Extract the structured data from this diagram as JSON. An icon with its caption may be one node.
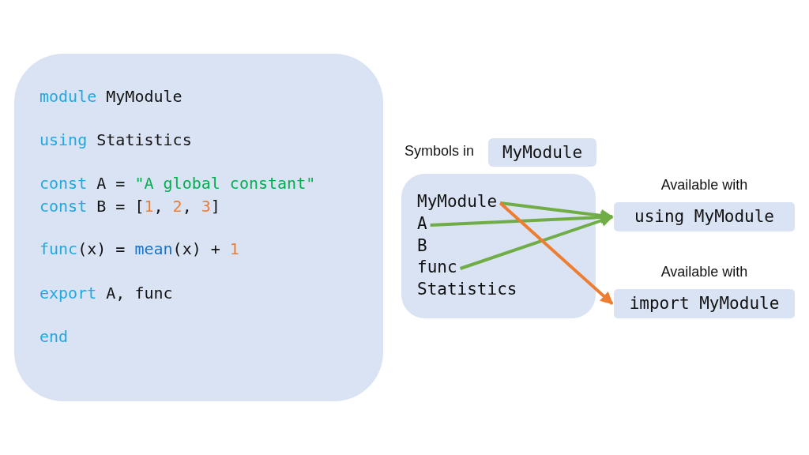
{
  "diagram": {
    "nodes": [
      {
        "text": [
          "module MyModule",
          "using Statistics",
          "const A = \"A global constant\"",
          "const B = [1, 2, 3]",
          "func(x) = mean(x) + 1",
          "export A, func",
          "end"
        ]
      },
      {
        "text": [
          "MyModule"
        ]
      },
      {
        "text": [],
        "shape": "box"
      },
      {
        "text": [
          "MyModule"
        ],
        "in": 2
      },
      {
        "text": [
          "A"
        ],
        "in": 2
      },
      {
        "text": [
          "B"
        ],
        "in": 2
      },
      {
        "text": [
          "func"
        ],
        "in": 2
      },
      {
        "text": [
          "Statistics"
        ],
        "in": 2
      },
      {
        "text": [
          "using MyModule"
        ],
        "beside": [
          "Available with"
        ]
      },
      {
        "text": [
          "import MyModule"
        ],
        "beside": [
          "Available with"
        ]
      }
    ],
    "edges": [
      {
        "from": 3,
        "to": 8,
        "arrow": "to",
        "color": "#70ad47"
      },
      {
        "from": 4,
        "to": 8,
        "arrow": "to",
        "color": "#70ad47"
      },
      {
        "from": 6,
        "to": 8,
        "arrow": "to",
        "color": "#70ad47"
      },
      {
        "from": 3,
        "to": 9,
        "arrow": "to",
        "color": "#ed7d31"
      }
    ],
    "labels": [
      "Symbols in"
    ]
  }
}
